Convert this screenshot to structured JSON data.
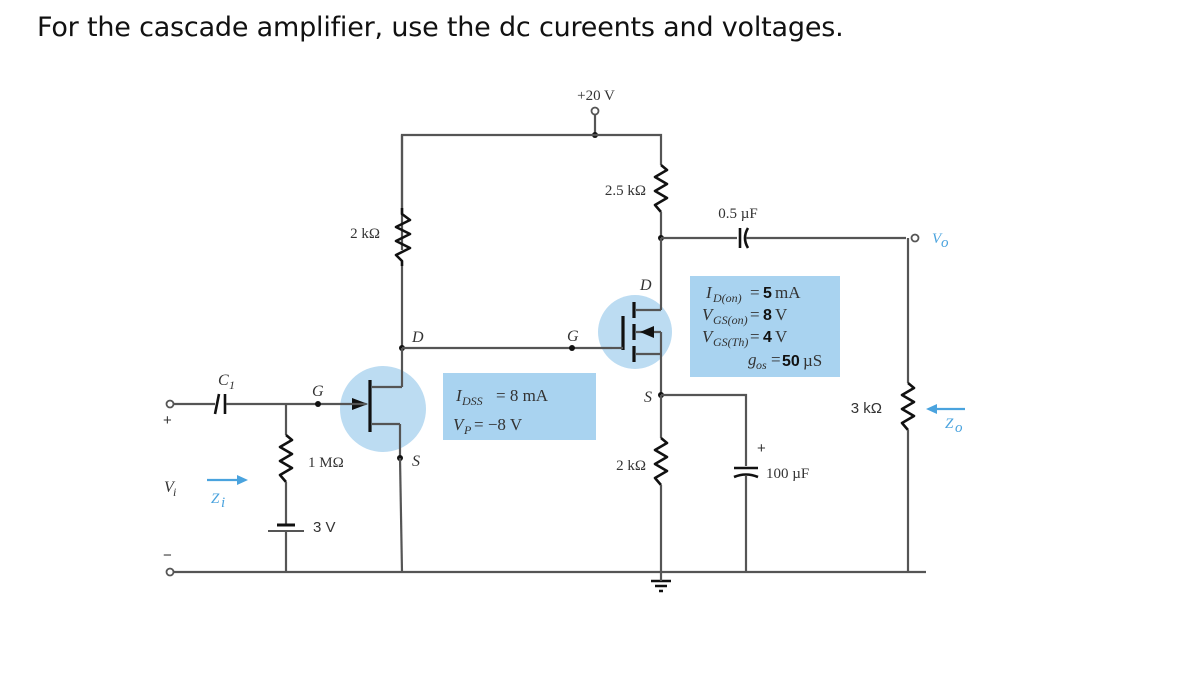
{
  "question": {
    "text": "For the cascade amplifier, use the dc cureents and voltages."
  },
  "circuit": {
    "supply": {
      "label": "+20 V"
    },
    "resistors": {
      "r_d1": {
        "label": "2 kΩ"
      },
      "r_d2": {
        "label": "2.5 kΩ"
      },
      "r_g": {
        "label": "1 MΩ"
      },
      "r_s": {
        "label": "2 kΩ"
      },
      "r_l": {
        "label": "3 kΩ"
      }
    },
    "capacitors": {
      "c1": {
        "label": "C",
        "sub": "1"
      },
      "c_out": {
        "label": "0.5 µF"
      },
      "c_s": {
        "label": "100 µF",
        "polarity": "+"
      }
    },
    "battery": {
      "label": "3 V"
    },
    "jfet": {
      "gate": "G",
      "drain": "D",
      "source": "S",
      "params": {
        "idss_sym": "I",
        "idss_sub": "DSS",
        "idss_val": "= 8 mA",
        "vp_sym": "V",
        "vp_sub": "P",
        "vp_val": "= −8 V"
      }
    },
    "mosfet": {
      "gate": "G",
      "drain": "D",
      "source": "S",
      "params": {
        "id_sym": "I",
        "id_sub": "D(on)",
        "id_eq": "=",
        "id_num": "5",
        "id_unit": "mA",
        "vgs_sym": "V",
        "vgs_sub": "GS(on)",
        "vgs_eq": "=",
        "vgs_num": "8",
        "vgs_unit": "V",
        "vth_sym": "V",
        "vth_sub": "GS(Th)",
        "vth_eq": "=",
        "vth_num": "4",
        "vth_unit": "V",
        "gos_sym": "g",
        "gos_sub": "os",
        "gos_eq": "=",
        "gos_num": "50",
        "gos_unit": "µS"
      }
    },
    "input": {
      "v_label": "V",
      "v_sub": "i",
      "z_label": "Z",
      "z_sub": "i",
      "plus": "+",
      "minus": "−"
    },
    "output": {
      "v_label": "V",
      "v_sub": "o",
      "z_label": "Z",
      "z_sub": "o"
    },
    "colors": {
      "highlight": "#bcdcf2",
      "param_box": "#a9d3f0",
      "accent_arrow": "#4aa3de"
    }
  }
}
